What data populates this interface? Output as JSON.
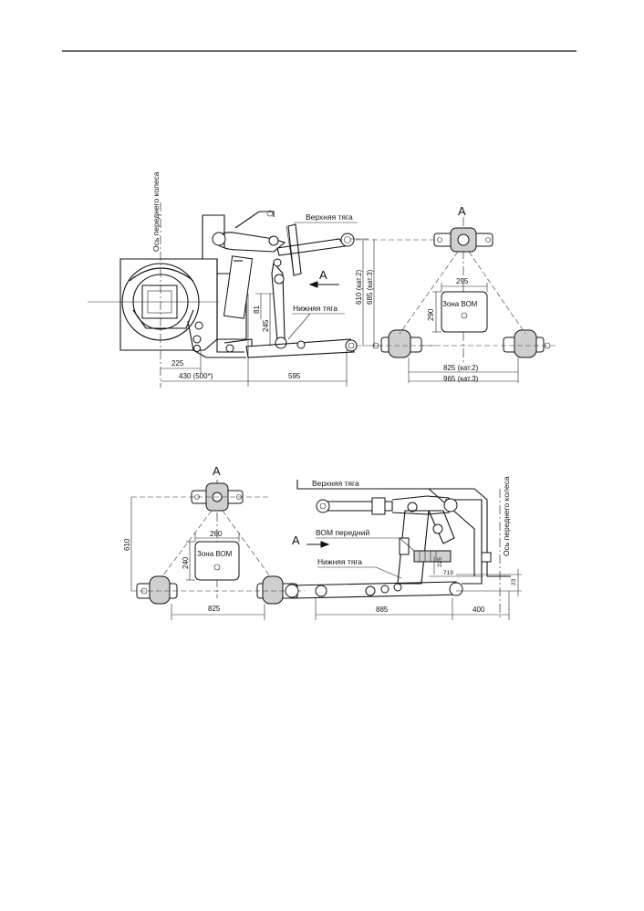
{
  "figure_top": {
    "view_label": "А",
    "arrow_label": "А",
    "labels": {
      "upper_link": "Верхняя тяга",
      "lower_link": "Нижняя тяга",
      "wheel_axis": "Ось переднего колеса",
      "pto_zone": "Зона ВОМ"
    },
    "dimensions": {
      "d225": "225",
      "d430": "430 (500*)",
      "d595": "595",
      "d81": "81",
      "d245": "245",
      "d610": "610 (кат.2)",
      "d685": "685 (кат.3)",
      "d295": "295",
      "d290": "290",
      "d825": "825 (кат.2)",
      "d965": "965 (кат.3)"
    }
  },
  "figure_bottom": {
    "view_label": "А",
    "arrow_label": "А",
    "labels": {
      "upper_link": "Верхняя тяга",
      "lower_link": "Нижняя тяга",
      "front_pto": "ВОМ передний",
      "wheel_axis": "Ось переднего колеса",
      "pto_zone": "Зона ВОМ"
    },
    "dimensions": {
      "d610": "610",
      "d260": "260",
      "d240": "240",
      "d825": "825",
      "d885": "885",
      "d400": "400",
      "d719": "719",
      "d23": "23",
      "d225": "225"
    }
  }
}
